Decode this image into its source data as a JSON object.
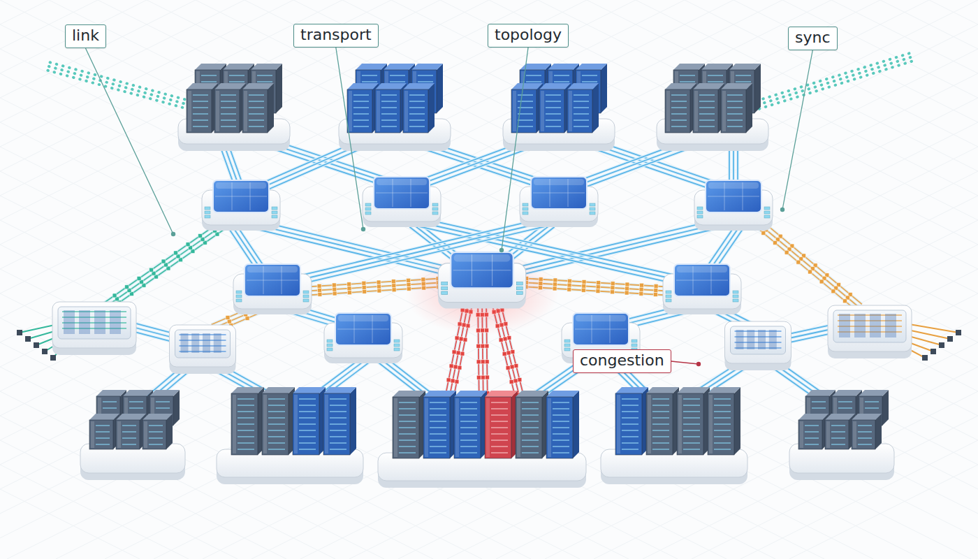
{
  "diagram": {
    "nodes": [
      {
        "text": [
          "link"
        ]
      },
      {
        "text": [
          "transport"
        ]
      },
      {
        "text": [
          "topology"
        ]
      },
      {
        "text": [
          "sync"
        ]
      },
      {
        "text": [
          "congestion"
        ]
      }
    ]
  }
}
